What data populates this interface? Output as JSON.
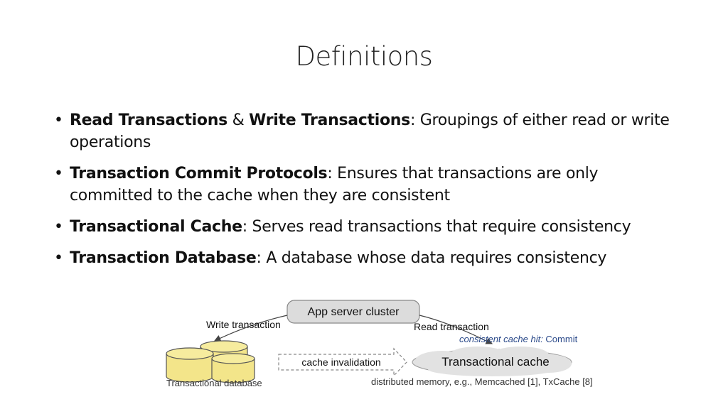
{
  "slide": {
    "title": "Definitions",
    "bullets": [
      {
        "term1": "Read Transactions",
        "joiner": " & ",
        "term2": "Write Transactions",
        "definition": ": Groupings of either read or write operations"
      },
      {
        "term1": "Transaction Commit Protocols",
        "definition": ": Ensures that transactions are only committed to the cache when they are consistent"
      },
      {
        "term1": "Transactional Cache",
        "definition": ": Serves read transactions that require consistency"
      },
      {
        "term1": "Transaction Database",
        "definition": ": A database whose data requires consistency"
      }
    ]
  },
  "diagram": {
    "app_server_label": "App server cluster",
    "write_transaction_label": "Write transaction",
    "read_transaction_label": "Read transaction",
    "cache_hit_prefix": "consistent",
    "cache_hit_middle": " cache hit: ",
    "cache_hit_suffix": "Commit",
    "cache_invalidation_label": "cache invalidation",
    "transactional_cache_label": "Transactional cache",
    "transactional_database_label": "Transactional database",
    "distributed_memory_label": "distributed memory, e.g., Memcached [1], TxCache [8]",
    "colors": {
      "db_fill": "#f3e58a",
      "db_stroke": "#555555",
      "server_fill": "#dcdcdc",
      "cloud_fill": "#e2e2e2",
      "cache_hit_color": "#2b4a8a"
    }
  }
}
